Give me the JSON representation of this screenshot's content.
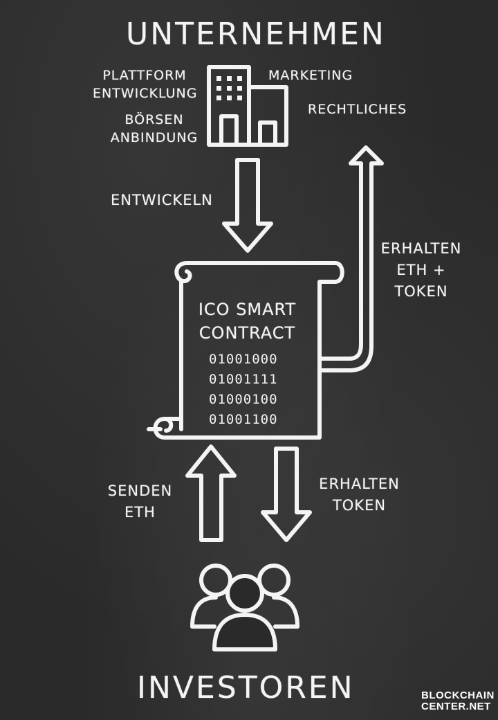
{
  "title_top": "UNTERNEHMEN",
  "company_tasks": {
    "plattform_1": "PLATTFORM",
    "plattform_2": "ENTWICKLUNG",
    "boersen_1": "BÖRSEN",
    "boersen_2": "ANBINDUNG",
    "marketing": "MARKETING",
    "rechtliches": "RECHTLICHES"
  },
  "develop_label": "ENTWICKELN",
  "receive_eth_token": [
    "ERHALTEN",
    "ETH +",
    "TOKEN"
  ],
  "contract": {
    "title_1": "ICO SMART",
    "title_2": "CONTRACT",
    "binary": [
      "01001000",
      "01001111",
      "01000100",
      "01001100"
    ]
  },
  "send_eth": [
    "SENDEN",
    "ETH"
  ],
  "receive_token": [
    "ERHALTEN",
    "TOKEN"
  ],
  "title_bottom": "INVESTOREN",
  "brand": [
    "BLOCKCHAIN",
    "CENTER.NET"
  ]
}
